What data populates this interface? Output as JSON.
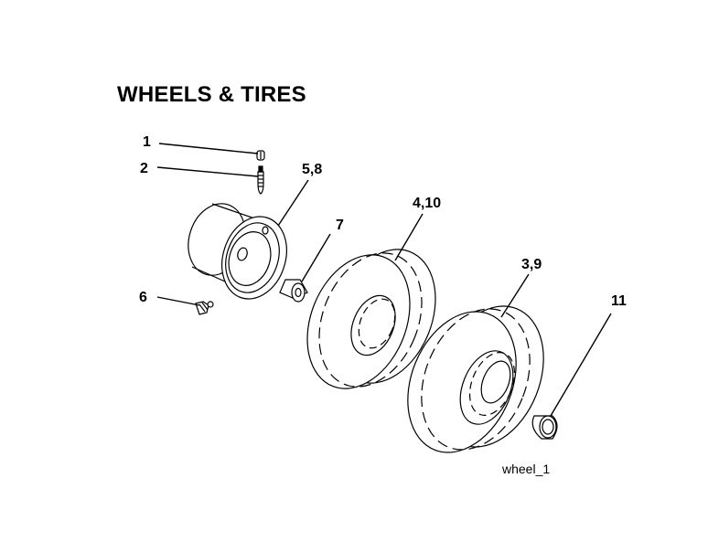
{
  "title": "WHEELS & TIRES",
  "figure_id": "wheel_1",
  "callouts": {
    "c1": "1",
    "c2": "2",
    "c58": "5,8",
    "c7": "7",
    "c410": "4,10",
    "c39": "3,9",
    "c6": "6",
    "c11": "11"
  }
}
